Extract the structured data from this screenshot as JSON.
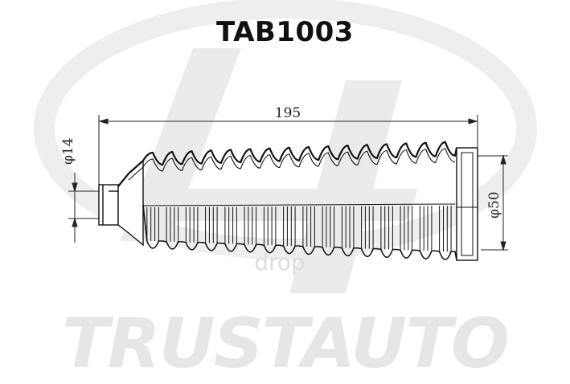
{
  "title": "TAB1003",
  "brand": "TRUSTAUTO",
  "dimensions": {
    "length": "195",
    "small_diameter": "φ14",
    "large_diameter": "φ50"
  },
  "watermark_text": "drop"
}
